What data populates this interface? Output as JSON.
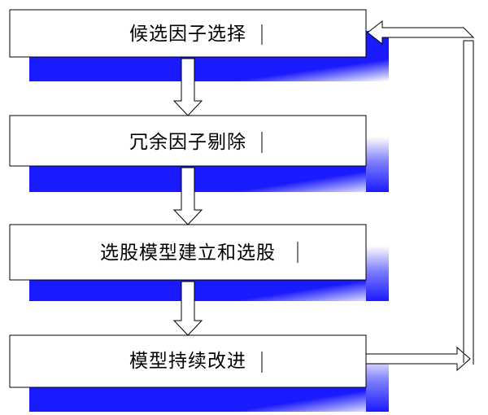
{
  "steps": [
    {
      "id": "candidate",
      "label": "候选因子选择"
    },
    {
      "id": "redundant",
      "label": "冗余因子剔除"
    },
    {
      "id": "model",
      "label": "选股模型建立和选股"
    },
    {
      "id": "improve",
      "label": "模型持续改进"
    }
  ],
  "colors": {
    "shadow_dark": "#1a1aff",
    "shadow_light": "#ffffff",
    "box_fill": "#ffffff",
    "box_stroke": "#000000",
    "arrow_fill": "#ffffff",
    "arrow_stroke": "#000000"
  },
  "connectors": {
    "down_arrows": "hollow-block-arrow",
    "feedback_loop": "hollow-loop-arrow"
  }
}
